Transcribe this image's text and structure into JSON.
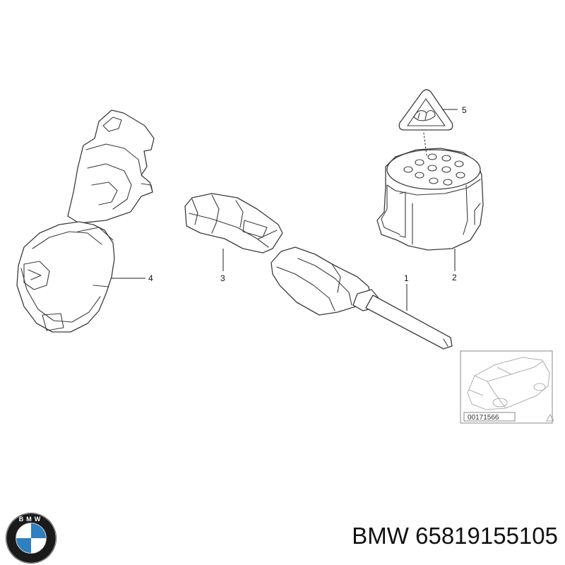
{
  "callouts": {
    "part1": "1",
    "part2": "2",
    "part3": "3",
    "part4": "4",
    "part5": "5"
  },
  "thumbnail": {
    "image_number": "00171566"
  },
  "logo": {
    "letters": "BMW",
    "colors": {
      "ring": "#1a1a1a",
      "blue": "#2f7fc1",
      "white": "#ffffff"
    }
  },
  "footer": {
    "brand": "BMW",
    "part_number": "65819155105"
  },
  "colors": {
    "line": "#3c3c3c",
    "background": "#ffffff"
  }
}
